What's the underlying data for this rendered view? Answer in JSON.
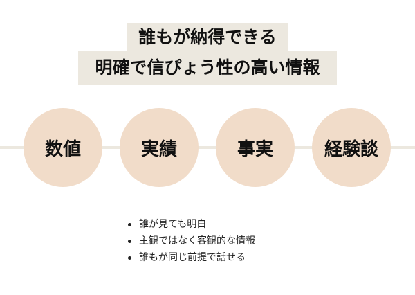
{
  "title": {
    "line1": "誰もが納得できる",
    "line2": "明確で信ぴょう性の高い情報"
  },
  "circles": [
    {
      "label": "数値"
    },
    {
      "label": "実績"
    },
    {
      "label": "事実"
    },
    {
      "label": "経験談"
    }
  ],
  "bullets": [
    "誰が見ても明白",
    "主観ではなく客観的な情報",
    "誰もが同じ前提で話せる"
  ],
  "colors": {
    "title_bg": "#ece8df",
    "circle_fill": "#f1dcc9",
    "connector": "#ece8df",
    "text": "#111111"
  }
}
